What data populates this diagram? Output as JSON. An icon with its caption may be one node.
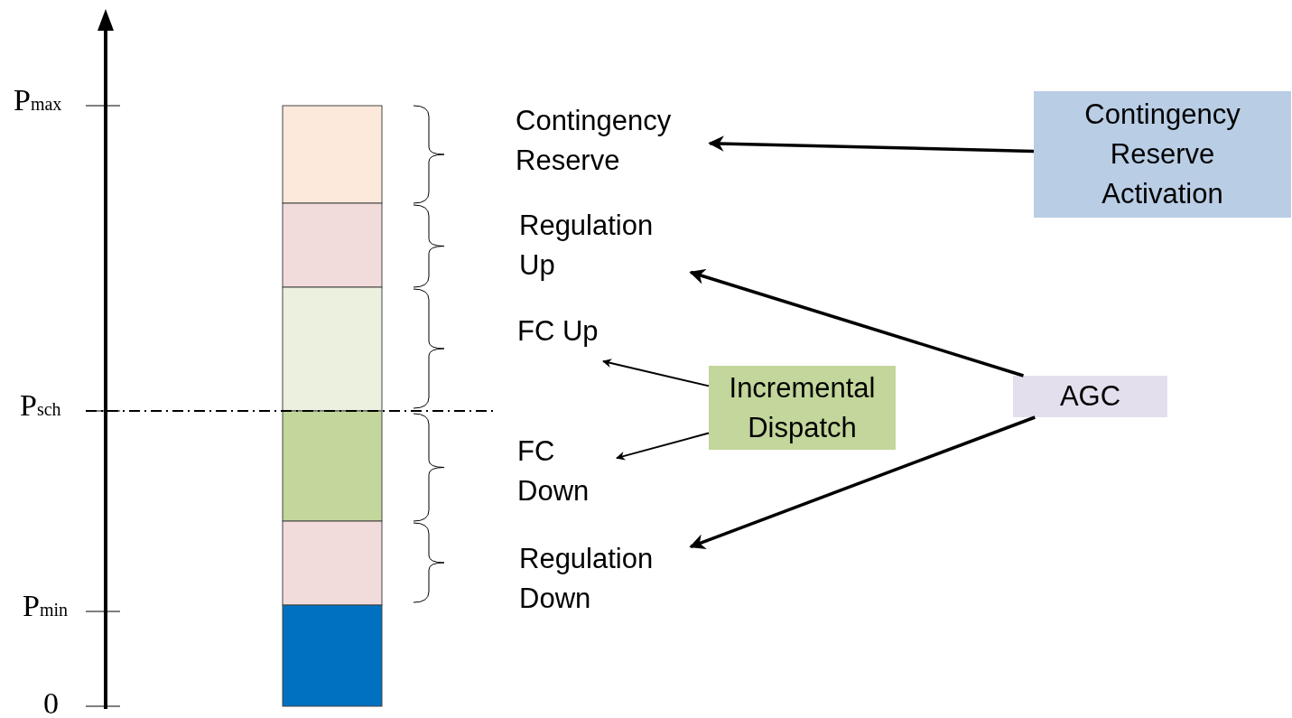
{
  "diagram": {
    "nodes": [
      {
        "text": [
          "Contingency Reserve"
        ]
      },
      {
        "text": [
          "Regulation Up"
        ]
      },
      {
        "text": [
          "FC Up"
        ]
      },
      {
        "text": [
          "FC Down"
        ]
      },
      {
        "text": [
          "Regulation Down"
        ]
      },
      {
        "text": [
          "Contingency Reserve Activation"
        ]
      },
      {
        "text": [
          "Incremental Dispatch"
        ]
      },
      {
        "text": [
          "AGC"
        ]
      }
    ],
    "edges": [
      {
        "from": 5,
        "to": 0,
        "arrow": "to"
      },
      {
        "from": 7,
        "to": 1,
        "arrow": "to"
      },
      {
        "from": 6,
        "to": 2,
        "arrow": "to"
      },
      {
        "from": 6,
        "to": 3,
        "arrow": "to"
      },
      {
        "from": 7,
        "to": 4,
        "arrow": "to"
      }
    ],
    "labels": [
      "P$_{max}$",
      "P$_{sch}$",
      "P$_{min}$",
      "0"
    ]
  }
}
